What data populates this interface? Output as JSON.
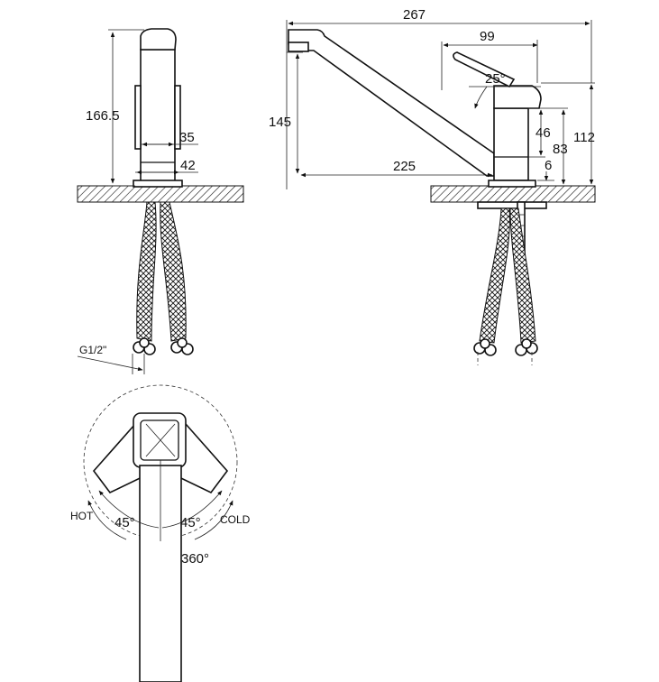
{
  "dimensions": {
    "overall_height": "166.5",
    "body_width": "35",
    "base_width": "42",
    "thread": "G1/2\"",
    "overall_length": "267",
    "lever_length": "99",
    "lever_angle": "25°",
    "spout_height": "145",
    "spout_reach": "225",
    "body_height": "46",
    "lever_top_height": "83",
    "total_height_side": "112",
    "base_thickness": "6"
  },
  "rotation": {
    "hot_label": "HOT",
    "cold_label": "COLD",
    "hot_angle": "45°",
    "cold_angle": "45°",
    "spout_rotation": "360°"
  }
}
